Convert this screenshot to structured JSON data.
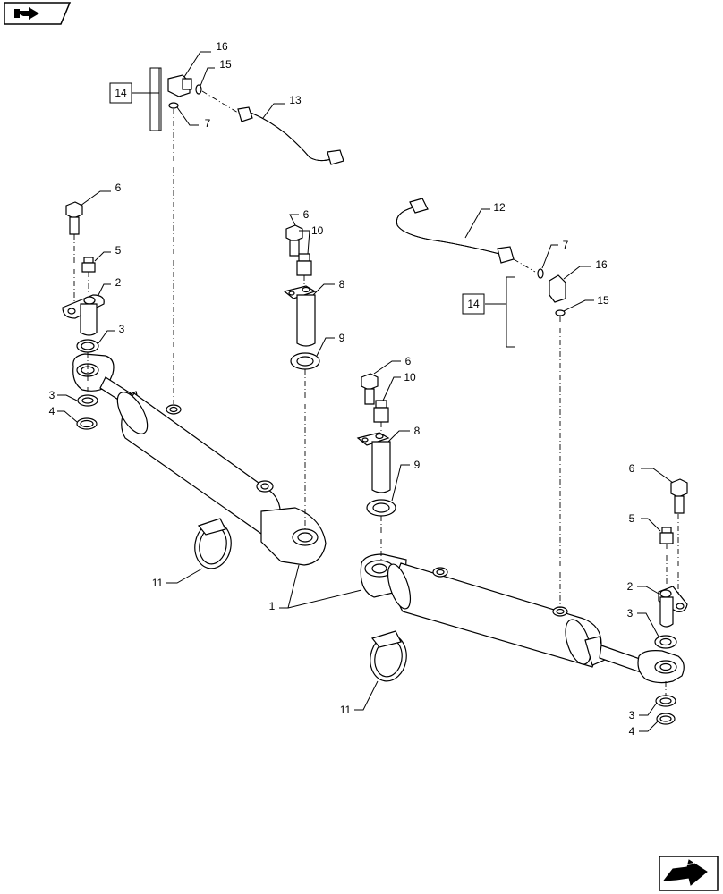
{
  "nav_prev_icon": "back-arrow-icon",
  "nav_next_icon": "forward-arrow-icon",
  "callouts": {
    "c1": "1",
    "c2a": "2",
    "c2b": "2",
    "c3a": "3",
    "c3b": "3",
    "c3c": "3",
    "c3d": "3",
    "c4a": "4",
    "c4b": "4",
    "c5a": "5",
    "c5b": "5",
    "c6a": "6",
    "c6b": "6",
    "c6c": "6",
    "c6d": "6",
    "c7a": "7",
    "c7b": "7",
    "c8a": "8",
    "c8b": "8",
    "c9a": "9",
    "c9b": "9",
    "c10a": "10",
    "c10b": "10",
    "c11a": "11",
    "c11b": "11",
    "c12": "12",
    "c13": "13",
    "c14a": "14",
    "c14b": "14",
    "c15a": "15",
    "c15b": "15",
    "c16a": "16",
    "c16b": "16"
  }
}
